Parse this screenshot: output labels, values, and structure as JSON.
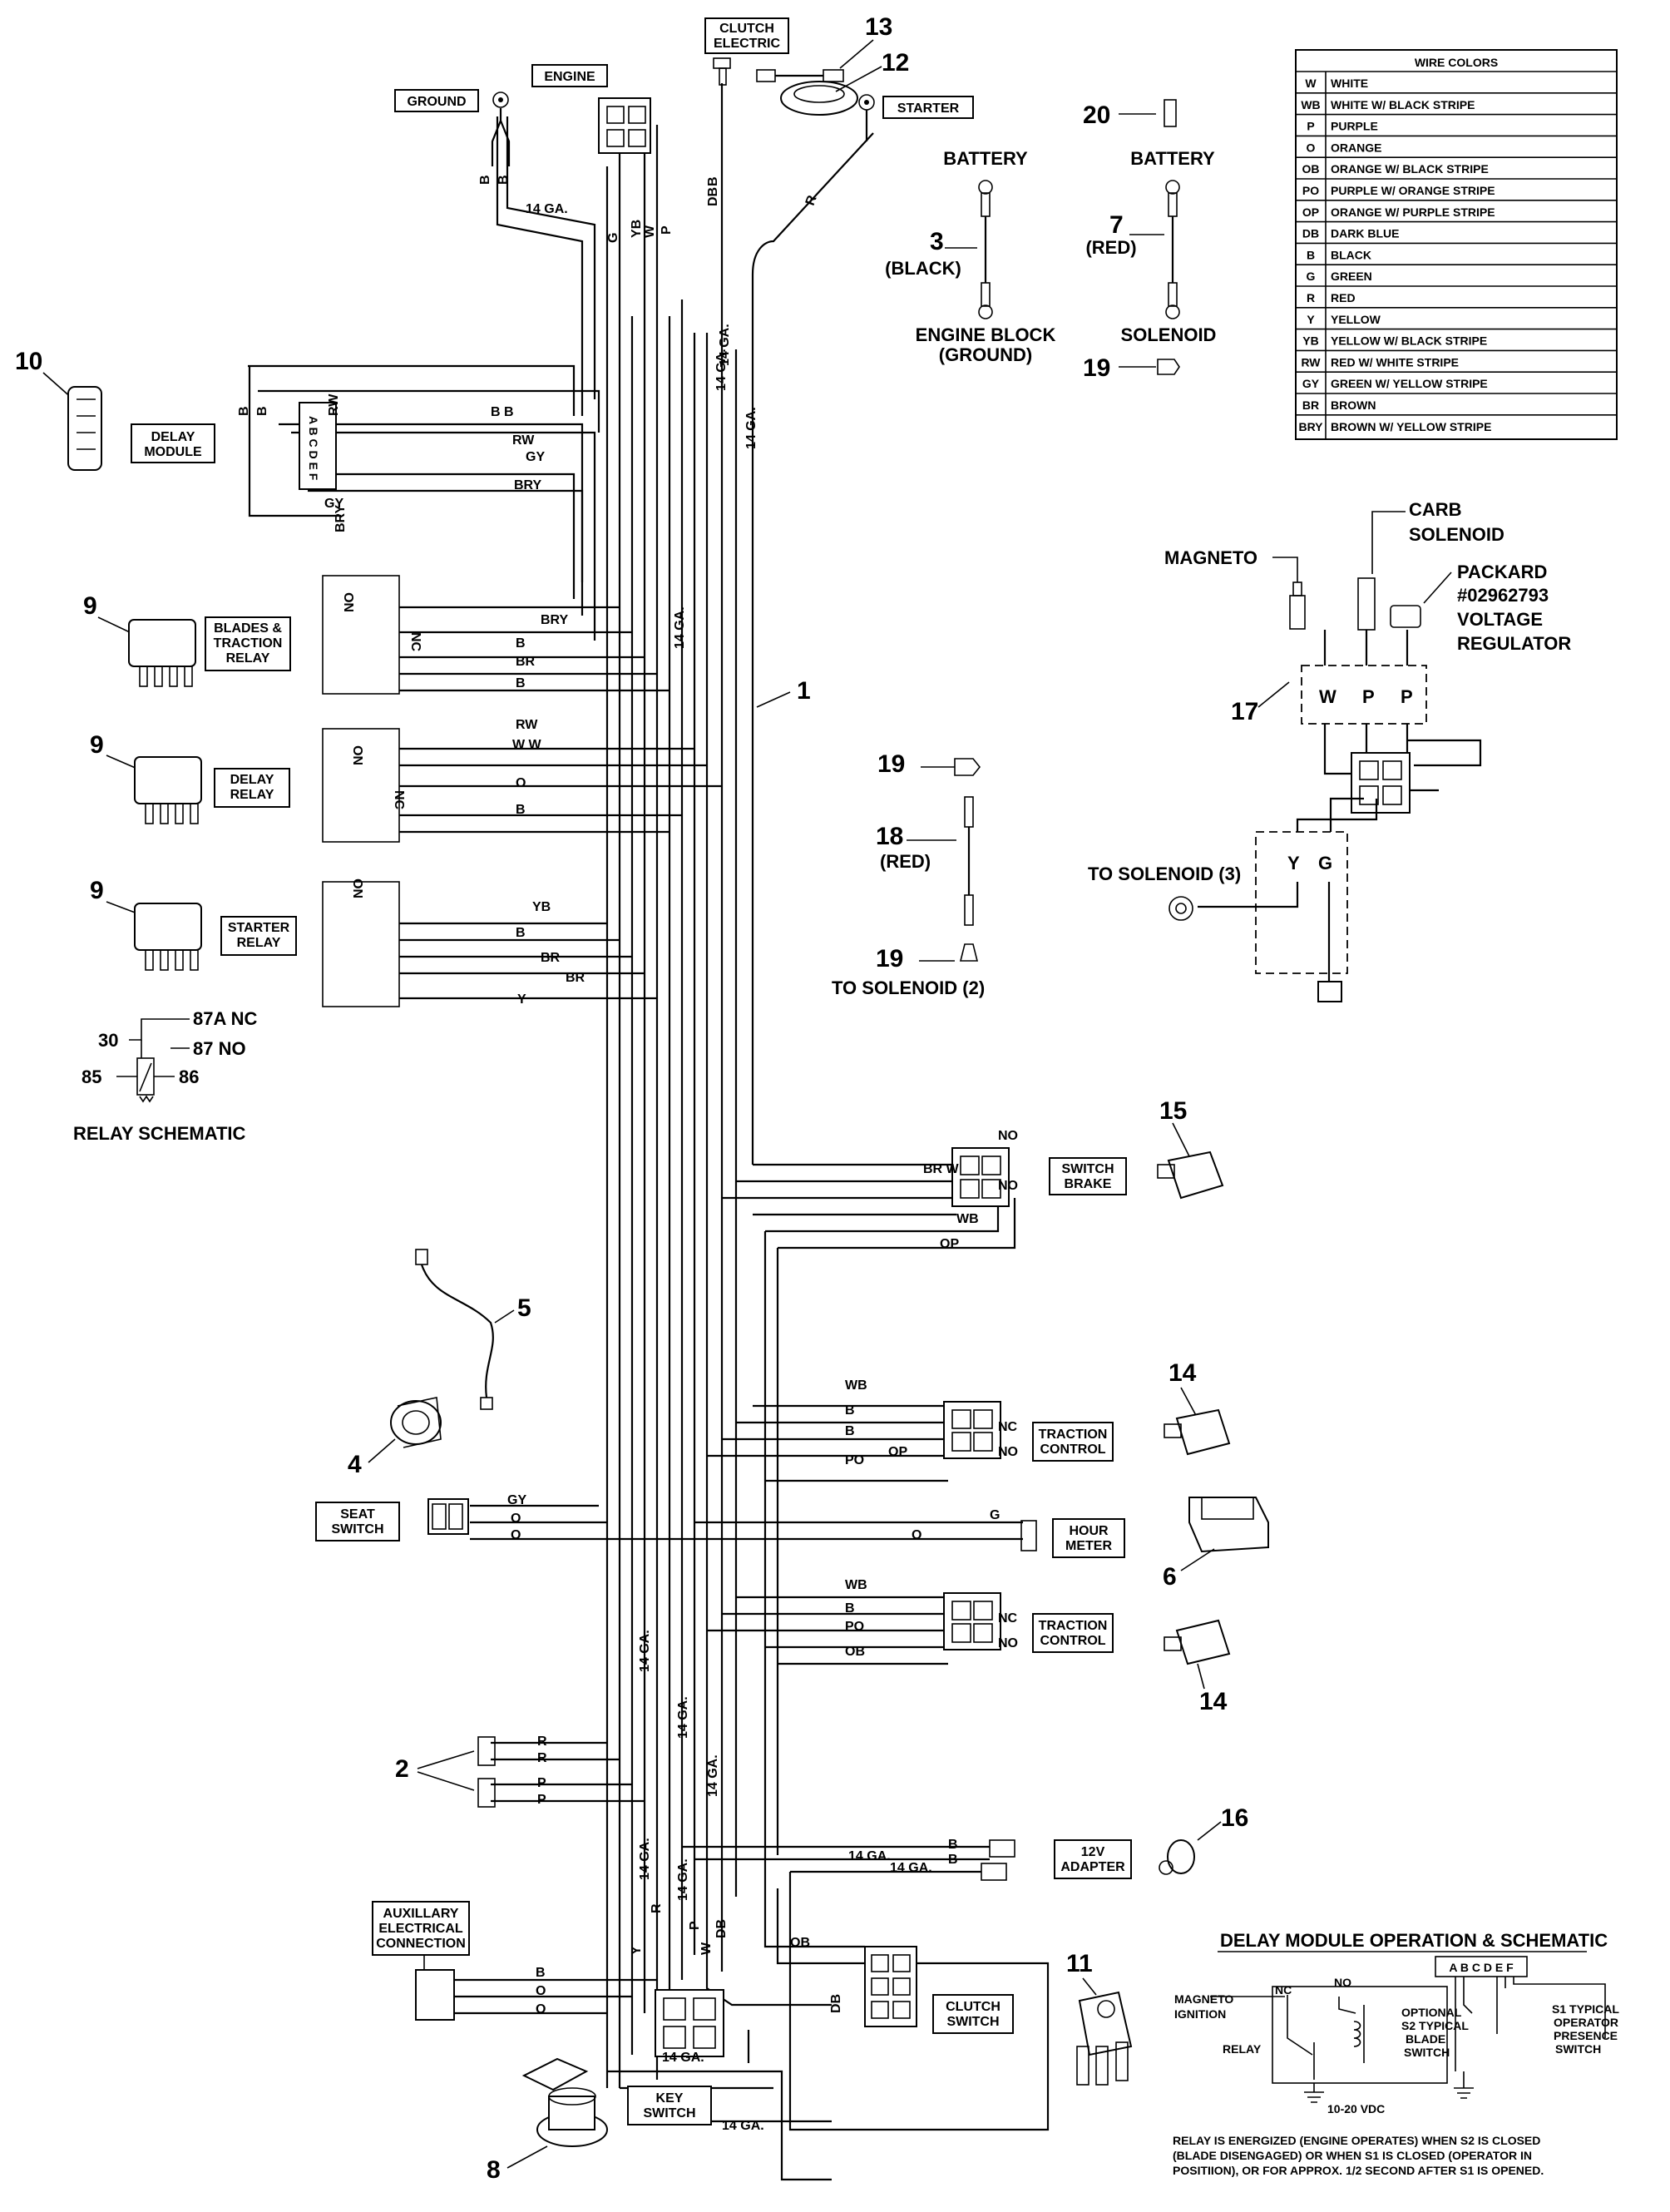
{
  "wire_colors": {
    "title": "WIRE COLORS",
    "rows": [
      {
        "code": "W",
        "name": "WHITE"
      },
      {
        "code": "WB",
        "name": "WHITE W/ BLACK STRIPE"
      },
      {
        "code": "P",
        "name": "PURPLE"
      },
      {
        "code": "O",
        "name": "ORANGE"
      },
      {
        "code": "OB",
        "name": "ORANGE W/ BLACK STRIPE"
      },
      {
        "code": "PO",
        "name": "PURPLE W/ ORANGE STRIPE"
      },
      {
        "code": "OP",
        "name": "ORANGE W/ PURPLE STRIPE"
      },
      {
        "code": "DB",
        "name": "DARK BLUE"
      },
      {
        "code": "B",
        "name": "BLACK"
      },
      {
        "code": "G",
        "name": "GREEN"
      },
      {
        "code": "R",
        "name": "RED"
      },
      {
        "code": "Y",
        "name": "YELLOW"
      },
      {
        "code": "YB",
        "name": "YELLOW W/ BLACK STRIPE"
      },
      {
        "code": "RW",
        "name": "RED W/ WHITE STRIPE"
      },
      {
        "code": "GY",
        "name": "GREEN W/ YELLOW STRIPE"
      },
      {
        "code": "BR",
        "name": "BROWN"
      },
      {
        "code": "BRY",
        "name": "BROWN W/ YELLOW STRIPE"
      }
    ]
  },
  "components": {
    "ground": "GROUND",
    "engine": "ENGINE",
    "clutch_electric_1": "CLUTCH",
    "clutch_electric_2": "ELECTRIC",
    "starter": "STARTER",
    "delay_module_1": "DELAY",
    "delay_module_2": "MODULE",
    "blades_relay_1": "BLADES &",
    "blades_relay_2": "TRACTION",
    "blades_relay_3": "RELAY",
    "delay_relay_1": "DELAY",
    "delay_relay_2": "RELAY",
    "starter_relay_1": "STARTER",
    "starter_relay_2": "RELAY",
    "switch_brake_1": "SWITCH",
    "switch_brake_2": "BRAKE",
    "traction_control_1": "TRACTION",
    "traction_control_2": "CONTROL",
    "hour_meter_1": "HOUR",
    "hour_meter_2": "METER",
    "seat_switch_1": "SEAT",
    "seat_switch_2": "SWITCH",
    "adapter_1": "12V",
    "adapter_2": "ADAPTER",
    "aux_1": "AUXILLARY",
    "aux_2": "ELECTRICAL",
    "aux_3": "CONNECTION",
    "clutch_switch_1": "CLUTCH",
    "clutch_switch_2": "SWITCH",
    "key_switch_1": "KEY",
    "key_switch_2": "SWITCH"
  },
  "battery": {
    "battery_label": "BATTERY",
    "black": "(BLACK)",
    "red": "(RED)",
    "engine_block_1": "ENGINE BLOCK",
    "engine_block_2": "(GROUND)",
    "solenoid": "SOLENOID",
    "red_18": "(RED)",
    "to_solenoid_2": "TO SOLENOID (2)"
  },
  "regulator": {
    "magneto": "MAGNETO",
    "carb_1": "CARB",
    "carb_2": "SOLENOID",
    "packard_1": "PACKARD",
    "packard_2": "#02962793",
    "packard_3": "VOLTAGE",
    "packard_4": "REGULATOR",
    "to_solenoid_3": "TO SOLENOID (3)",
    "pin_w": "W",
    "pin_p1": "P",
    "pin_p2": "P",
    "pin_y": "Y",
    "pin_g": "G"
  },
  "relay_schematic": {
    "title": "RELAY SCHEMATIC",
    "t30": "30",
    "t87a": "87A  NC",
    "t87": "87  NO",
    "t85": "85",
    "t86": "86"
  },
  "callouts": {
    "n1": "1",
    "n2": "2",
    "n3": "3",
    "n4": "4",
    "n5": "5",
    "n6": "6",
    "n7": "7",
    "n8": "8",
    "n9a": "9",
    "n9b": "9",
    "n9c": "9",
    "n10": "10",
    "n11": "11",
    "n12": "12",
    "n13": "13",
    "n14a": "14",
    "n14b": "14",
    "n15": "15",
    "n16": "16",
    "n17": "17",
    "n18": "18",
    "n19a": "19",
    "n19b": "19",
    "n19c": "19",
    "n20": "20"
  },
  "gauges": {
    "g1": "14 GA.",
    "g2": "14 GA.",
    "g3": "14 GA.",
    "g4": "14 GA.",
    "g5": "14 GA.",
    "g6": "14 GA.",
    "g7": "14 GA.",
    "g8": "14 GA.",
    "g9": "14 GA.",
    "g10": "14 GA.",
    "g11": "14 GA.",
    "g12": "14 GA.",
    "g13": "14 GA.",
    "g14": "14 GA."
  },
  "wire_labels": {
    "b": "B",
    "g": "G",
    "yb": "YB",
    "w": "W",
    "p": "P",
    "db": "DB",
    "r": "R",
    "rw": "RW",
    "gy": "GY",
    "bry": "BRY",
    "br": "BR",
    "ww": "W W",
    "o": "O",
    "y": "Y",
    "op": "OP",
    "wb": "WB",
    "po": "PO",
    "ob": "OB",
    "nc": "NC",
    "no": "NO",
    "br_w": "BR W",
    "relay_nc": "NC",
    "relay_no": "NO",
    "t85": "85",
    "t86": "86",
    "t87": "87",
    "t87a": "87A",
    "t30": "30",
    "abcdef": "A B C D E F"
  },
  "delay_schematic": {
    "title": "DELAY MODULE OPERATION & SCHEMATIC",
    "abcdef": "A B C D E F",
    "magneto_1": "MAGNETO",
    "magneto_2": "IGNITION",
    "relay": "RELAY",
    "nc": "NC",
    "no": "NO",
    "s2_1": "OPTIONAL",
    "s2_2": "S2 TYPICAL",
    "s2_3": "BLADE",
    "s2_4": "SWITCH",
    "s1_1": "S1 TYPICAL",
    "s1_2": "OPERATOR",
    "s1_3": "PRESENCE",
    "s1_4": "SWITCH",
    "vdc": "10-20 VDC",
    "note_1": "RELAY IS ENERGIZED (ENGINE OPERATES) WHEN S2 IS CLOSED",
    "note_2": "(BLADE DISENGAGED) OR WHEN S1 IS CLOSED (OPERATOR IN",
    "note_3": "POSITIION), OR FOR APPROX. 1/2 SECOND AFTER S1 IS OPENED."
  }
}
